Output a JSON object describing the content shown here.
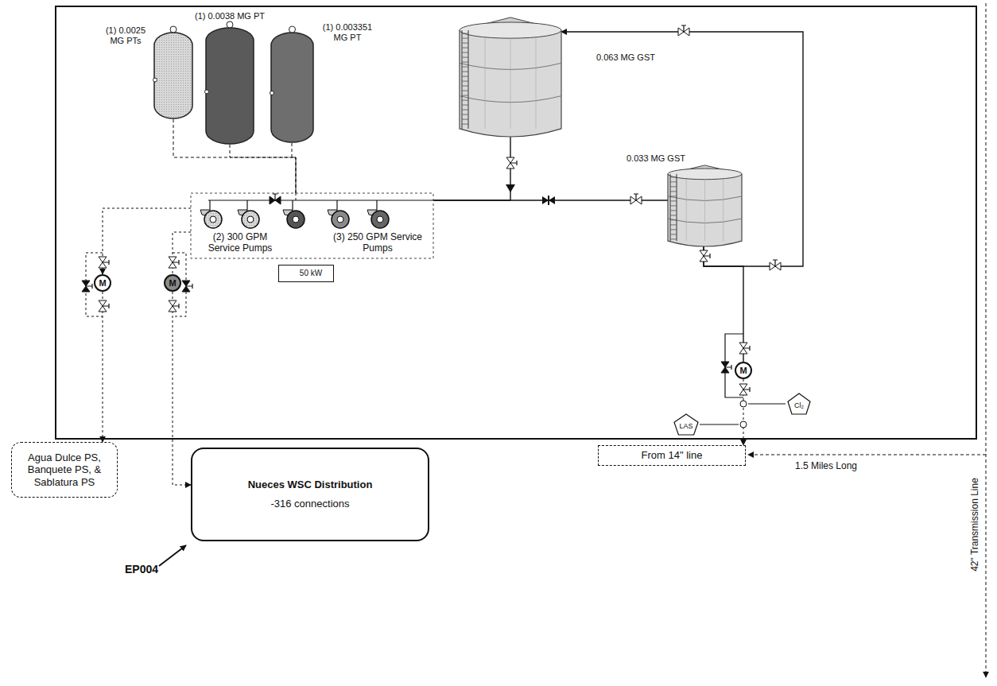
{
  "diagram": {
    "nodes": [
      {
        "text": [
          "(1) 0.0025 MG PTs"
        ]
      },
      {
        "text": [
          "(1) 0.0038 MG PT"
        ]
      },
      {
        "text": [
          "(1) 0.003351 MG PT"
        ]
      },
      {
        "text": [
          "0.063 MG GST"
        ]
      },
      {
        "text": [
          "0.033 MG GST"
        ]
      },
      {
        "text": [
          "(2) 300 GPM Service Pumps",
          "(3) 250 GPM Service Pumps"
        ]
      },
      {
        "text": [
          "M"
        ]
      },
      {
        "text": [
          "M"
        ]
      },
      {
        "text": [
          "M"
        ]
      },
      {
        "text": [
          "Cl₂"
        ]
      },
      {
        "text": [
          "LAS"
        ]
      },
      {
        "text": [
          "50 kW"
        ]
      },
      {
        "text": [
          "Agua Dulce PS, Banquete PS, & Sablatura PS"
        ]
      },
      {
        "text": [
          "Nueces WSC Distribution",
          "-316 connections"
        ]
      },
      {
        "text": [
          "From 14\" line"
        ]
      }
    ],
    "edges": [
      {
        "from": 0,
        "to": 5,
        "arrow": "none"
      },
      {
        "from": 1,
        "to": 5,
        "arrow": "none"
      },
      {
        "from": 2,
        "to": 5,
        "arrow": "none"
      },
      {
        "from": 3,
        "to": 5,
        "arrow": "none"
      },
      {
        "from": 4,
        "to": 5,
        "arrow": "none"
      },
      {
        "from": 4,
        "to": 3,
        "arrow": "to"
      },
      {
        "from": 5,
        "to": 6,
        "arrow": "to"
      },
      {
        "from": 6,
        "to": 12,
        "arrow": "to"
      },
      {
        "from": 5,
        "to": 7,
        "arrow": "none"
      },
      {
        "from": 7,
        "to": 13,
        "arrow": "to"
      },
      {
        "from": 4,
        "to": 8,
        "arrow": "none"
      },
      {
        "from": 8,
        "to": 14,
        "arrow": "to"
      }
    ],
    "labels": [
      "EP004",
      "1.5 Miles Long",
      "42\" Transmission Line"
    ]
  }
}
